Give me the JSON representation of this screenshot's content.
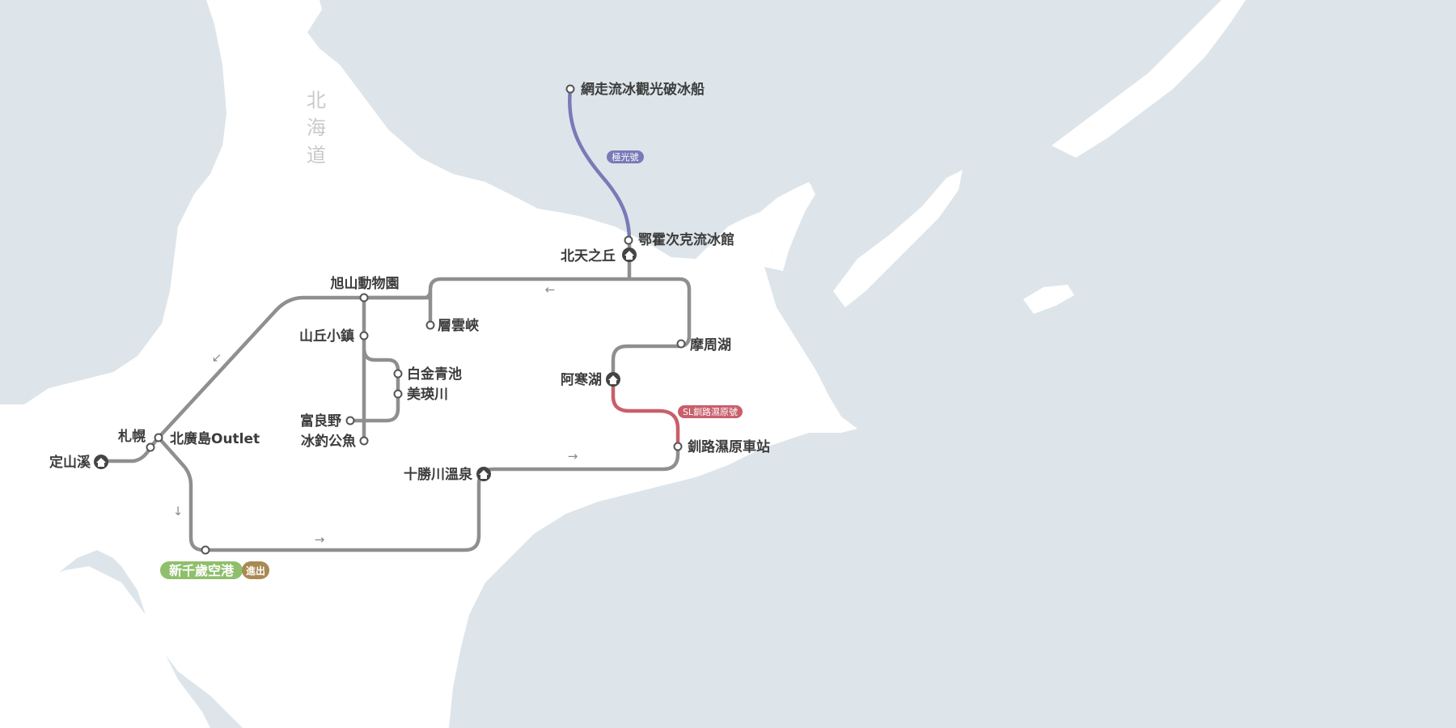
{
  "region_label": "北海道",
  "colors": {
    "sea": "#dde5ea",
    "land": "#ffffff",
    "route_main": "#8f8f8f",
    "route_aurora": "#7a7ab8",
    "route_sl": "#c85f6b",
    "airport": "#8fbf6a",
    "badge": "#a88a52",
    "station_dark": "#444444"
  },
  "stations": {
    "abashiri_icebreaker": "網走流冰觀光破冰船",
    "okhotsk_museum": "鄂霍次克流冰館",
    "kita_tenno_oka": "北天之丘",
    "asahiyama_zoo": "旭山動物園",
    "sounkyo": "層雲峽",
    "hill_town": "山丘小鎮",
    "shirogane_blue_pond": "白金青池",
    "biei": "美瑛川",
    "furano": "富良野",
    "ice_fishing": "冰釣公魚",
    "sapporo": "札幌",
    "kitahiroshima_outlet": "北廣島Outlet",
    "jozankei": "定山溪",
    "mashu_lake": "摩周湖",
    "akan_lake": "阿寒湖",
    "kushiro_marsh_station": "釧路濕原車站",
    "tokachigawa_onsen": "十勝川溫泉"
  },
  "airport": {
    "name": "新千歲空港",
    "badge": "進出"
  },
  "train_labels": {
    "aurora": "極光號",
    "sl": "SL釧路濕原號"
  },
  "icons": {
    "hotel": "house-icon",
    "station": "circle-station-icon"
  },
  "arrow_glyphs": {
    "west": "←",
    "east": "→",
    "south": "↓",
    "southwest": "↙"
  }
}
